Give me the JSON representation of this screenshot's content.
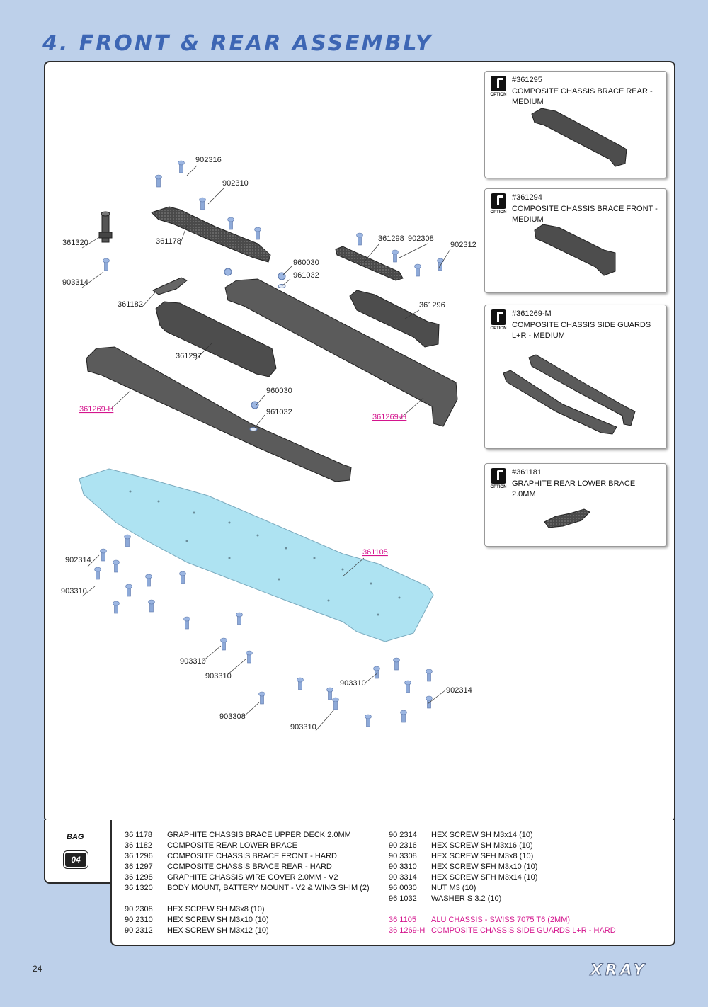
{
  "page_title": "4. FRONT & REAR ASSEMBLY",
  "page_number": "24",
  "logo_text": "XRAY",
  "diagram_labels": {
    "l902316": "902316",
    "l902310": "902310",
    "l361320": "361320",
    "l361178": "361178",
    "l903314": "903314",
    "l361298": "361298",
    "l902308": "902308",
    "l902312": "902312",
    "l960030a": "960030",
    "l961032a": "961032",
    "l361182": "361182",
    "l361296": "361296",
    "l361297": "361297",
    "l960030b": "960030",
    "l961032b": "961032",
    "l361269h_left": "361269-H",
    "l361269h_right": "361269-H",
    "l361105": "361105",
    "l902314a": "902314",
    "l903310a": "903310",
    "l903310b": "903310",
    "l903310c": "903310",
    "l903310d": "903310",
    "l903310e": "903310",
    "l902314b": "902314",
    "l903308": "903308"
  },
  "options": [
    {
      "word": "OPTION",
      "number": "#361295",
      "name": "COMPOSITE CHASSIS BRACE REAR - MEDIUM"
    },
    {
      "word": "OPTION",
      "number": "#361294",
      "name": "COMPOSITE CHASSIS BRACE FRONT - MEDIUM"
    },
    {
      "word": "OPTION",
      "number": "#361269-M",
      "name": "COMPOSITE CHASSIS SIDE GUARDS L+R - MEDIUM"
    },
    {
      "word": "OPTION",
      "number": "#361181",
      "name": "GRAPHITE REAR LOWER BRACE 2.0MM"
    }
  ],
  "bag": {
    "label": "BAG",
    "number": "04"
  },
  "parts_left": [
    {
      "no": "36 1178",
      "desc": "GRAPHITE CHASSIS BRACE UPPER DECK 2.0MM"
    },
    {
      "no": "36 1182",
      "desc": "COMPOSITE REAR LOWER BRACE"
    },
    {
      "no": "36 1296",
      "desc": "COMPOSITE CHASSIS BRACE FRONT - HARD"
    },
    {
      "no": "36 1297",
      "desc": "COMPOSITE CHASSIS BRACE REAR - HARD"
    },
    {
      "no": "36 1298",
      "desc": "GRAPHITE CHASSIS WIRE COVER 2.0MM - V2"
    },
    {
      "no": "36 1320",
      "desc": "BODY MOUNT, BATTERY MOUNT - V2 & WING SHIM (2)"
    }
  ],
  "parts_left2": [
    {
      "no": "90 2308",
      "desc": "HEX SCREW SH M3x8  (10)"
    },
    {
      "no": "90 2310",
      "desc": "HEX SCREW SH M3x10  (10)"
    },
    {
      "no": "90 2312",
      "desc": "HEX SCREW SH M3x12  (10)"
    }
  ],
  "parts_right": [
    {
      "no": "90 2314",
      "desc": "HEX SCREW SH M3x14  (10)"
    },
    {
      "no": "90 2316",
      "desc": "HEX SCREW SH M3x16  (10)"
    },
    {
      "no": "90 3308",
      "desc": "HEX SCREW SFH M3x8  (10)"
    },
    {
      "no": "90 3310",
      "desc": "HEX SCREW SFH M3x10  (10)"
    },
    {
      "no": "90 3314",
      "desc": "HEX SCREW SFH M3x14  (10)"
    },
    {
      "no": "96 0030",
      "desc": "NUT M3  (10)"
    },
    {
      "no": "96 1032",
      "desc": "WASHER S 3.2  (10)"
    }
  ],
  "parts_right2": [
    {
      "no": "36 1105",
      "desc": "ALU CHASSIS - SWISS 7075 T6 (2MM)"
    },
    {
      "no": "36 1269-H",
      "desc": "COMPOSITE CHASSIS SIDE GUARDS L+R - HARD"
    }
  ],
  "colors": {
    "background": "#bdd0ea",
    "title": "#3d66b4",
    "highlight": "#d4148d",
    "chassis": "#aee3f2",
    "screw": "#8da9d8"
  }
}
